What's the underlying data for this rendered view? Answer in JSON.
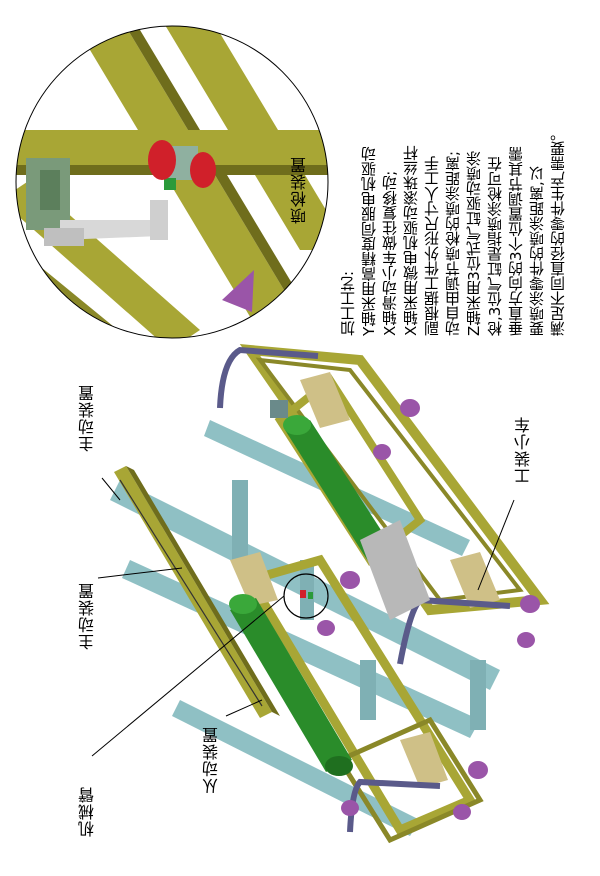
{
  "labels": {
    "spray_gun_device": "喷枪装置",
    "drive_device_top": "主动装置",
    "drive_device_mid": "主动装置",
    "robot_arm": "机械臂",
    "driven_device": "从动装置",
    "fixture_cart": "工装小车"
  },
  "description": {
    "heading": "加工工艺:",
    "lines": [
      "Y轴采用高精度伺服电机驱动",
      "X轴滑动小车做往复移动;",
      "X轴采用微电机驱动滚珠丝杆",
      "副根据工件外形尺寸人工手",
      "动自由调节喷枪的喷涂距离;",
      "Z轴采用3位式气缸驱动喷涂",
      "枪,3位气缸是指喷涂枪可在",
      "垂直方向的3个位置调节其需",
      "要喷涂零件的喷涂距离,以",
      "满足不同直径的零件生产需要。"
    ]
  },
  "colors": {
    "frame": "#a8a635",
    "frame_dark": "#6f6d1c",
    "steel": "#8fc0c4",
    "roller": "#2a8c2a",
    "tan": "#cfc087",
    "purple": "#9a55a8",
    "red": "#d0202a"
  }
}
